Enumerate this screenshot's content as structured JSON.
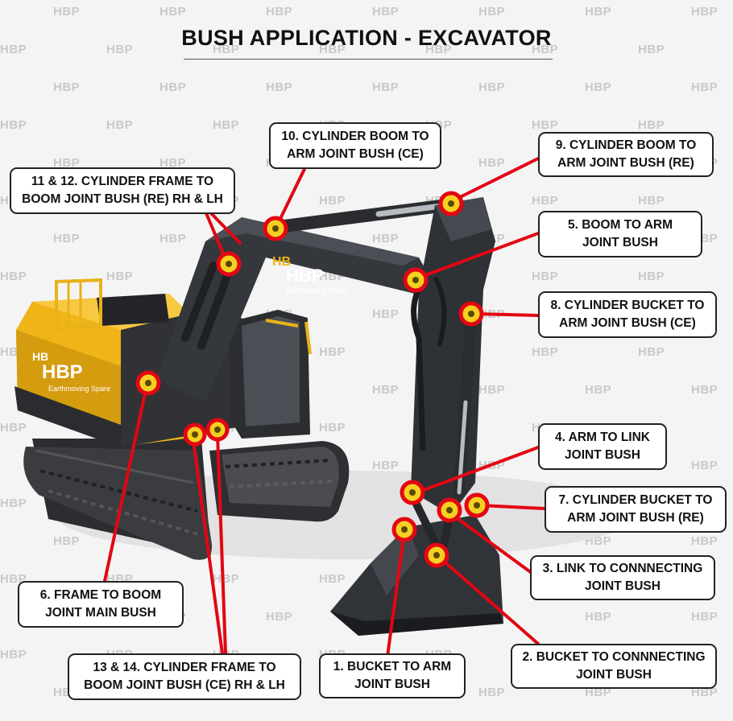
{
  "title": "BUSH APPLICATION - EXCAVATOR",
  "watermark": "HBP",
  "colors": {
    "pointer": "#e30613",
    "body": "#f0b418",
    "steel": "#3a3d42",
    "dark": "#1f2226"
  },
  "machine": {
    "brand": "HBP",
    "brand_mark": "HB",
    "tagline": "Earthmoving Spare"
  },
  "labels": {
    "l1": "1. BUCKET TO ARM\nJOINT BUSH",
    "l2": "2. BUCKET TO CONNNECTING\nJOINT BUSH",
    "l3": "3. LINK TO CONNNECTING\nJOINT BUSH",
    "l4": "4. ARM TO LINK\nJOINT BUSH",
    "l5": "5. BOOM TO ARM\nJOINT BUSH",
    "l6": "6. FRAME TO BOOM\nJOINT MAIN BUSH",
    "l7": "7. CYLINDER BUCKET TO\nARM JOINT BUSH (RE)",
    "l8": "8. CYLINDER BUCKET TO\nARM JOINT BUSH (CE)",
    "l9": "9. CYLINDER BOOM TO\nARM JOINT BUSH (RE)",
    "l10": "10. CYLINDER BOOM TO\nARM JOINT BUSH (CE)",
    "l11_12": "11 & 12. CYLINDER FRAME TO\nBOOM JOINT BUSH (RE) RH & LH",
    "l13_14": "13 & 14. CYLINDER FRAME TO\nBOOM JOINT BUSH (CE) RH & LH"
  }
}
